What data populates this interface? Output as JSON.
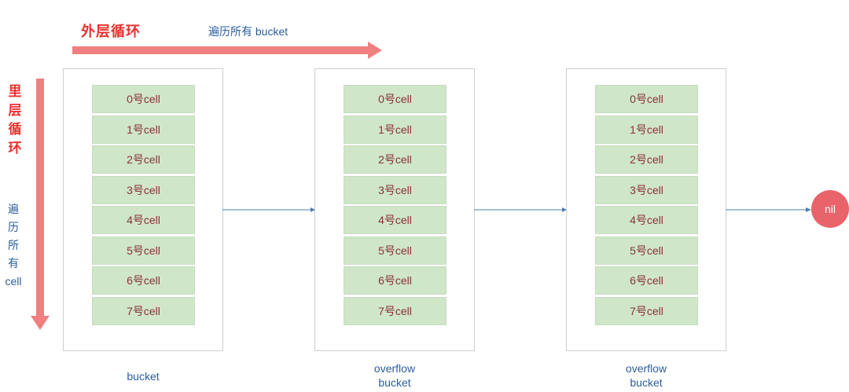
{
  "outer_loop": {
    "title": "外层循环",
    "subtitle": "遍历所有 bucket"
  },
  "inner_loop": {
    "title": [
      "里",
      "层",
      "循",
      "环"
    ],
    "subtitle": [
      "遍",
      "历",
      "所",
      "有",
      "cell"
    ]
  },
  "buckets": [
    {
      "label": [
        "bucket"
      ],
      "cells": [
        "0号cell",
        "1号cell",
        "2号cell",
        "3号cell",
        "4号cell",
        "5号cell",
        "6号cell",
        "7号cell"
      ]
    },
    {
      "label": [
        "overflow",
        "bucket"
      ],
      "cells": [
        "0号cell",
        "1号cell",
        "2号cell",
        "3号cell",
        "4号cell",
        "5号cell",
        "6号cell",
        "7号cell"
      ]
    },
    {
      "label": [
        "overflow",
        "bucket"
      ],
      "cells": [
        "0号cell",
        "1号cell",
        "2号cell",
        "3号cell",
        "4号cell",
        "5号cell",
        "6号cell",
        "7号cell"
      ]
    }
  ],
  "terminal": {
    "label": "nil"
  },
  "colors": {
    "arrow": "#f08080",
    "title_red": "#e8322e",
    "blue_text": "#2a5d9c",
    "cell_fill": "#cfe6c8",
    "cell_text": "#8a3138",
    "nil_fill": "#e9636b",
    "connector": "#4a7fb5"
  }
}
